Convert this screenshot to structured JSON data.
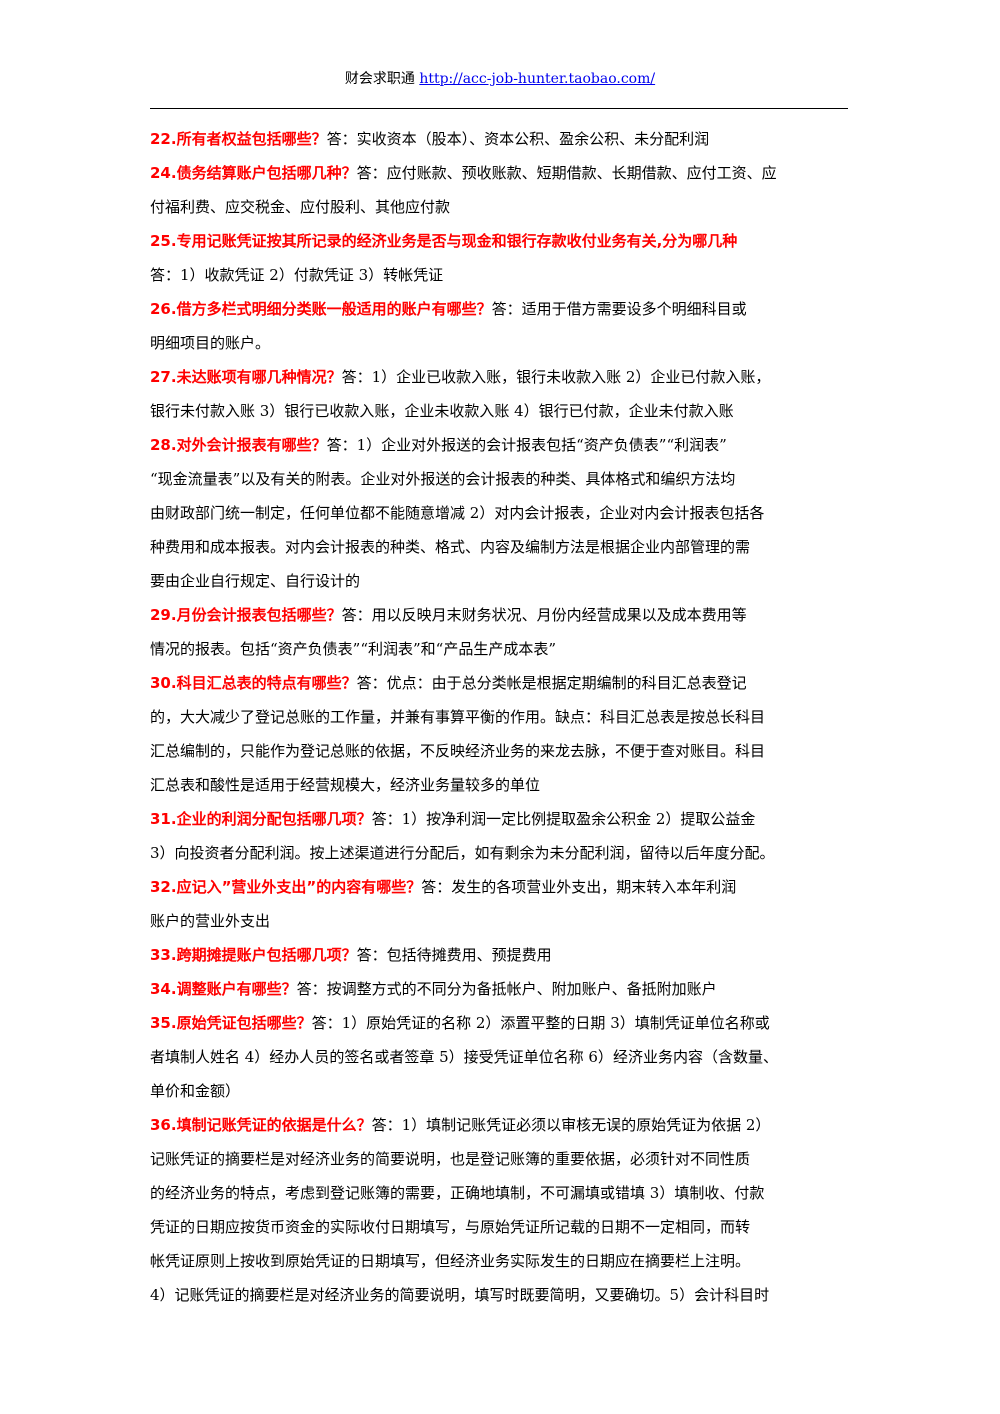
{
  "header": {
    "brand": "财会求职通",
    "url": "http://acc-job-hunter.taobao.com/"
  },
  "colors": {
    "question": "#ff0000",
    "link": "#0000ee",
    "text": "#000000"
  },
  "lines": [
    {
      "q": "22.所有者权益包括哪些？",
      "t": "答：实收资本（股本）、资本公积、盈余公积、未分配利润"
    },
    {
      "q": "24.债务结算账户包括哪几种？",
      "t": "答：应付账款、预收账款、短期借款、长期借款、应付工资、应"
    },
    {
      "q": "",
      "t": "付福利费、应交税金、应付股利、其他应付款"
    },
    {
      "q": "25.专用记账凭证按其所记录的经济业务是否与现金和银行存款收付业务有关,分为哪几种",
      "t": ""
    },
    {
      "q": "",
      "t": "答：1）收款凭证 2）付款凭证 3）转帐凭证"
    },
    {
      "q": "26.借方多栏式明细分类账一般适用的账户有哪些？",
      "t": "答：适用于借方需要设多个明细科目或"
    },
    {
      "q": "",
      "t": "明细项目的账户。"
    },
    {
      "q": "27.未达账项有哪几种情况？",
      "t": "答：1）企业已收款入账，银行未收款入账 2）企业已付款入账，"
    },
    {
      "q": "",
      "t": "银行未付款入账 3）银行已收款入账，企业未收款入账 4）银行已付款，企业未付款入账"
    },
    {
      "q": "28.对外会计报表有哪些？",
      "t": "答：1）企业对外报送的会计报表包括“资产负债表”“利润表”"
    },
    {
      "q": "",
      "t": "“现金流量表”以及有关的附表。企业对外报送的会计报表的种类、具体格式和编织方法均"
    },
    {
      "q": "",
      "t": "由财政部门统一制定，任何单位都不能随意增减 2）对内会计报表，企业对内会计报表包括各"
    },
    {
      "q": "",
      "t": "种费用和成本报表。对内会计报表的种类、格式、内容及编制方法是根据企业内部管理的需"
    },
    {
      "q": "",
      "t": "要由企业自行规定、自行设计的"
    },
    {
      "q": "29.月份会计报表包括哪些？",
      "t": "答：用以反映月末财务状况、月份内经营成果以及成本费用等"
    },
    {
      "q": "",
      "t": "情况的报表。包括“资产负债表”“利润表”和“产品生产成本表”"
    },
    {
      "q": "30.科目汇总表的特点有哪些？",
      "t": "答：优点：由于总分类帐是根据定期编制的科目汇总表登记"
    },
    {
      "q": "",
      "t": "的，大大减少了登记总账的工作量，并兼有事算平衡的作用。缺点：科目汇总表是按总长科目"
    },
    {
      "q": "",
      "t": "汇总编制的，只能作为登记总账的依据，不反映经济业务的来龙去脉，不便于查对账目。科目"
    },
    {
      "q": "",
      "t": "汇总表和酸性是适用于经营规模大，经济业务量较多的单位"
    },
    {
      "q": "31.企业的利润分配包括哪几项？",
      "t": "答：1）按净利润一定比例提取盈余公积金 2）提取公益金"
    },
    {
      "q": "",
      "t": "3）向投资者分配利润。按上述渠道进行分配后，如有剩余为未分配利润，留待以后年度分配。"
    },
    {
      "q": "32.应记入”营业外支出”的内容有哪些？",
      "t": "答：发生的各项营业外支出，期末转入本年利润"
    },
    {
      "q": "",
      "t": "账户的营业外支出"
    },
    {
      "q": "33.跨期摊提账户包括哪几项？",
      "t": "答：包括待摊费用、预提费用"
    },
    {
      "q": "34.调整账户有哪些？",
      "t": "答：按调整方式的不同分为备抵帐户、附加账户、备抵附加账户"
    },
    {
      "q": "35.原始凭证包括哪些？",
      "t": "答：1）原始凭证的名称 2）添置平整的日期 3）填制凭证单位名称或"
    },
    {
      "q": "",
      "t": "者填制人姓名 4）经办人员的签名或者签章 5）接受凭证单位名称 6）经济业务内容（含数量、"
    },
    {
      "q": "",
      "t": "单价和金额）"
    },
    {
      "q": "36.填制记账凭证的依据是什么？",
      "t": "答：1）填制记账凭证必须以审核无误的原始凭证为依据 2）"
    },
    {
      "q": "",
      "t": "记账凭证的摘要栏是对经济业务的简要说明，也是登记账簿的重要依据，必须针对不同性质"
    },
    {
      "q": "",
      "t": "的经济业务的特点，考虑到登记账簿的需要，正确地填制，不可漏填或错填 3）填制收、付款"
    },
    {
      "q": "",
      "t": "凭证的日期应按货币资金的实际收付日期填写，与原始凭证所记载的日期不一定相同，而转"
    },
    {
      "q": "",
      "t": "帐凭证原则上按收到原始凭证的日期填写，但经济业务实际发生的日期应在摘要栏上注明。"
    },
    {
      "q": "",
      "t": "4）记账凭证的摘要栏是对经济业务的简要说明，填写时既要简明，又要确切。5）会计科目时"
    }
  ]
}
